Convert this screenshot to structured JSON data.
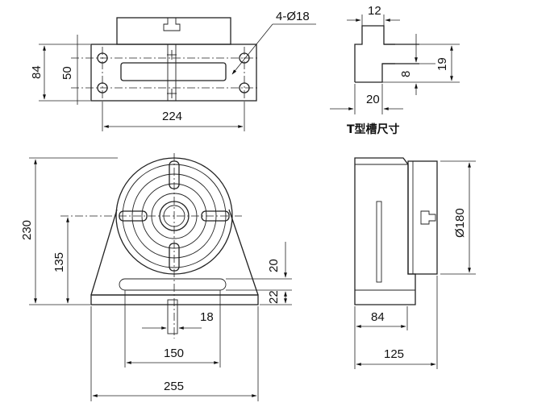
{
  "caption": "T型槽尺寸",
  "dimensions": {
    "top_hole": "4-Ø18",
    "top_width": "224",
    "top_height_outer": "84",
    "top_height_inner": "50",
    "slot_top": "12",
    "slot_depth_total": "19",
    "slot_neck": "8",
    "slot_width": "20",
    "front_height": "230",
    "center_height": "135",
    "slot_offset": "20",
    "base_height": "22",
    "key_width": "18",
    "slot_span": "150",
    "base_width": "255",
    "table_diameter": "Ø180",
    "side_base": "84",
    "side_total": "125"
  }
}
